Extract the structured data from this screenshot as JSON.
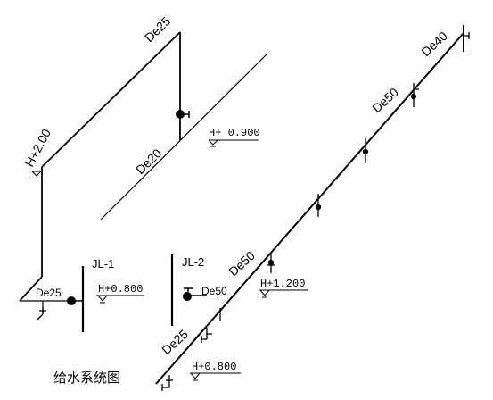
{
  "caption": "给水系统图",
  "riser_labels": {
    "jl1": "JL-1",
    "jl2": "JL-2"
  },
  "pipe_sizes": {
    "left_top": "De25",
    "left_vertical": "De20",
    "left_bottom": "De25",
    "right_upper": "De40",
    "right_mid": "De50",
    "right_lower": "De50",
    "right_horizontal": "De50",
    "right_bottom": "De25"
  },
  "elevations": {
    "e2": "H+2.00",
    "e0900": "H+ 0.900",
    "e0800_left": "H+0.800",
    "e1200": "H+1.200",
    "e0800_right": "H+0.800"
  },
  "colors": {
    "line": "#000000",
    "background": "#ffffff"
  }
}
